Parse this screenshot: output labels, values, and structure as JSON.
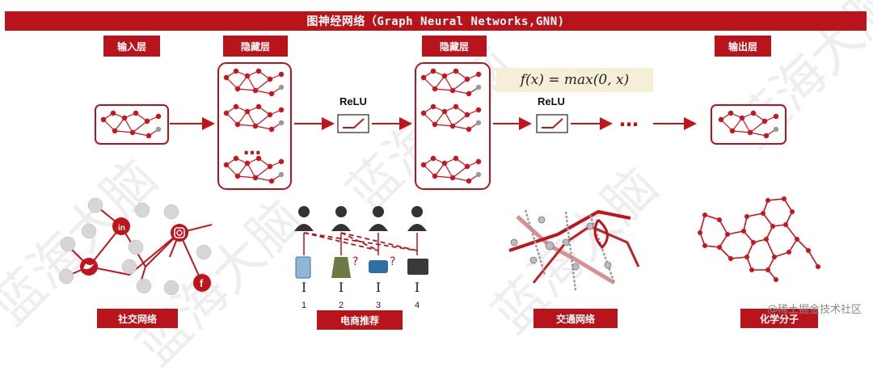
{
  "title": "图神经网络（Graph Neural Networks,GNN)",
  "layers": {
    "input": "输入层",
    "hidden1": "隐藏层",
    "hidden2": "隐藏层",
    "output": "输出层"
  },
  "activation": {
    "relu1": "ReLU",
    "relu2": "ReLU",
    "formula": "f(x) = max(0, x)",
    "ellipsis": "…",
    "hidden_ellipsis": "…"
  },
  "applications": {
    "social": "社交网络",
    "ecommerce": "电商推荐",
    "traffic": "交通网络",
    "chemistry": "化学分子"
  },
  "social_icons": {
    "linkedin": "in",
    "facebook": "f"
  },
  "ecommerce_items": [
    {
      "bar": "I",
      "index": "1"
    },
    {
      "bar": "I",
      "index": "2"
    },
    {
      "bar": "I",
      "index": "3"
    },
    {
      "bar": "I",
      "index": "4"
    }
  ],
  "watermarks": [
    "蓝海大脑",
    "蓝海大脑",
    "蓝海大脑",
    "蓝海大脑",
    "蓝海大脑"
  ],
  "credit": "@稀土掘金技术社区",
  "colors": {
    "brand_red": "#b8141c",
    "formula_bg": "#f6efd8",
    "node": "#d0121b",
    "gray_node": "#9a9a9a"
  }
}
